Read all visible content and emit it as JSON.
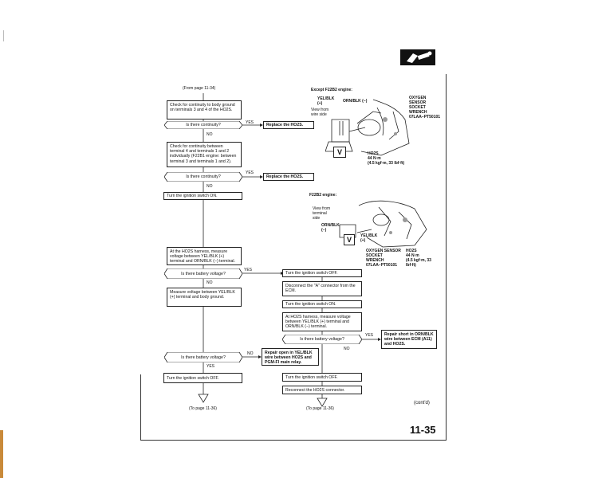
{
  "page": {
    "number": "11-35",
    "contd": "(cont'd)"
  },
  "flow": {
    "from_page": "(From page 11-34)",
    "to_page_left": "(To page 11-36)",
    "to_page_right": "(To page 11-36)",
    "step1": "Check for continuity to body ground on terminals 3 and 4 of the HO2S.",
    "q1": "Is there continuity?",
    "q1_yes": "YES",
    "r1": "Replace the HO2S.",
    "q1_no": "NO",
    "step2": "Check for continuity between terminal 4 and terminals 1 and 2 individually (F22B1 engine: between terminal 3 and terminals 1 and 2).",
    "q2": "Is there continuity?",
    "q2_yes": "YES",
    "r2": "Replace the HO2S.",
    "q2_no": "NO",
    "step3": "Turn the ignition switch ON.",
    "step4": "At the HO2S harness, measure voltage between YEL/BLK (+) terminal and ORN/BLK (−) terminal.",
    "q3": "Is there battery voltage?",
    "q3_yes": "YES",
    "q3_no": "NO",
    "step5": "Measure voltage between YEL/BLK (+) terminal and body ground.",
    "q4": "Is there battery voltage?",
    "q4_no": "NO",
    "r4": "Repair open in YEL/BLK wire between HO2S and PGM-FI main relay.",
    "q4_yes": "YES",
    "step6": "Turn the ignition switch OFF.",
    "r_a1": "Turn the ignition switch OFF.",
    "r_a2": "Disconnect the \"A\" connector from the ECM.",
    "r_a3": "Turn the ignition switch ON.",
    "r_a4": "At HO2S harness, measure voltage between YEL/BLK (+) terminal and ORN/BLK (−) terminal.",
    "q5": "Is there battery voltage?",
    "q5_yes": "YES",
    "r5": "Repair short in ORN/BLK wire between ECM (A11) and HO2S.",
    "q5_no": "NO",
    "r_a5": "Turn the ignition switch OFF.",
    "r_a6": "Reconnect the HO2S connector."
  },
  "fig1": {
    "title": "Except F22B2 engine:",
    "wire1": "YEL/BLK (+)",
    "wire2": "ORN/BLK (−)",
    "view": "View from wire side",
    "tool": "OXYGEN SENSOR SOCKET WRENCH 07LAA−PT50101",
    "part": "HO2S",
    "torque1": "44 N·m",
    "torque2": "(4.5 kgf·m, 33 lbf·ft)",
    "meter": "V"
  },
  "fig2": {
    "title": "F22B2 engine:",
    "view": "View from terminal side",
    "wire1": "ORN/BLK (−)",
    "wire2": "YEL/BLK (+)",
    "tool": "OXYGEN SENSOR SOCKET WRENCH 07LAA−PT50101",
    "part": "HO2S",
    "torque1": "44 N·m",
    "torque2": "(4.5 kgf·m, 33 lbf·ft)",
    "meter": "V"
  }
}
